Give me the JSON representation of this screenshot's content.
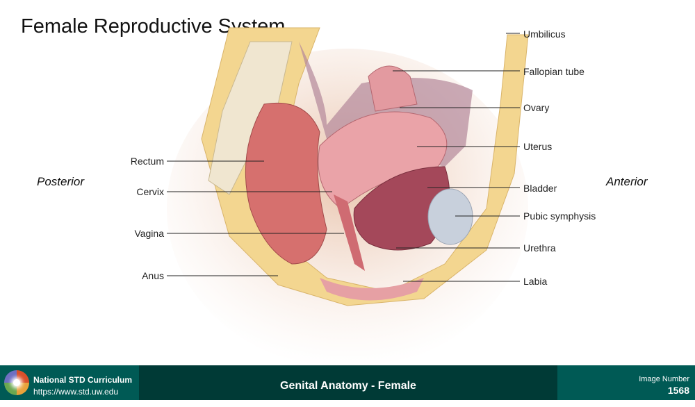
{
  "title": "Female Reproductive System",
  "orientation": {
    "posterior": "Posterior",
    "anterior": "Anterior"
  },
  "labels_left": [
    "Rectum",
    "Cervix",
    "Vagina",
    "Anus"
  ],
  "labels_right": [
    "Umbilicus",
    "Fallopian tube",
    "Ovary",
    "Uterus",
    "Bladder",
    "Pubic symphysis",
    "Urethra",
    "Labia"
  ],
  "footer": {
    "org": "National STD Curriculum",
    "url": "https://www.std.uw.edu",
    "caption": "Genital Anatomy - Female",
    "image_number_label": "Image Number",
    "image_number": "1568"
  }
}
